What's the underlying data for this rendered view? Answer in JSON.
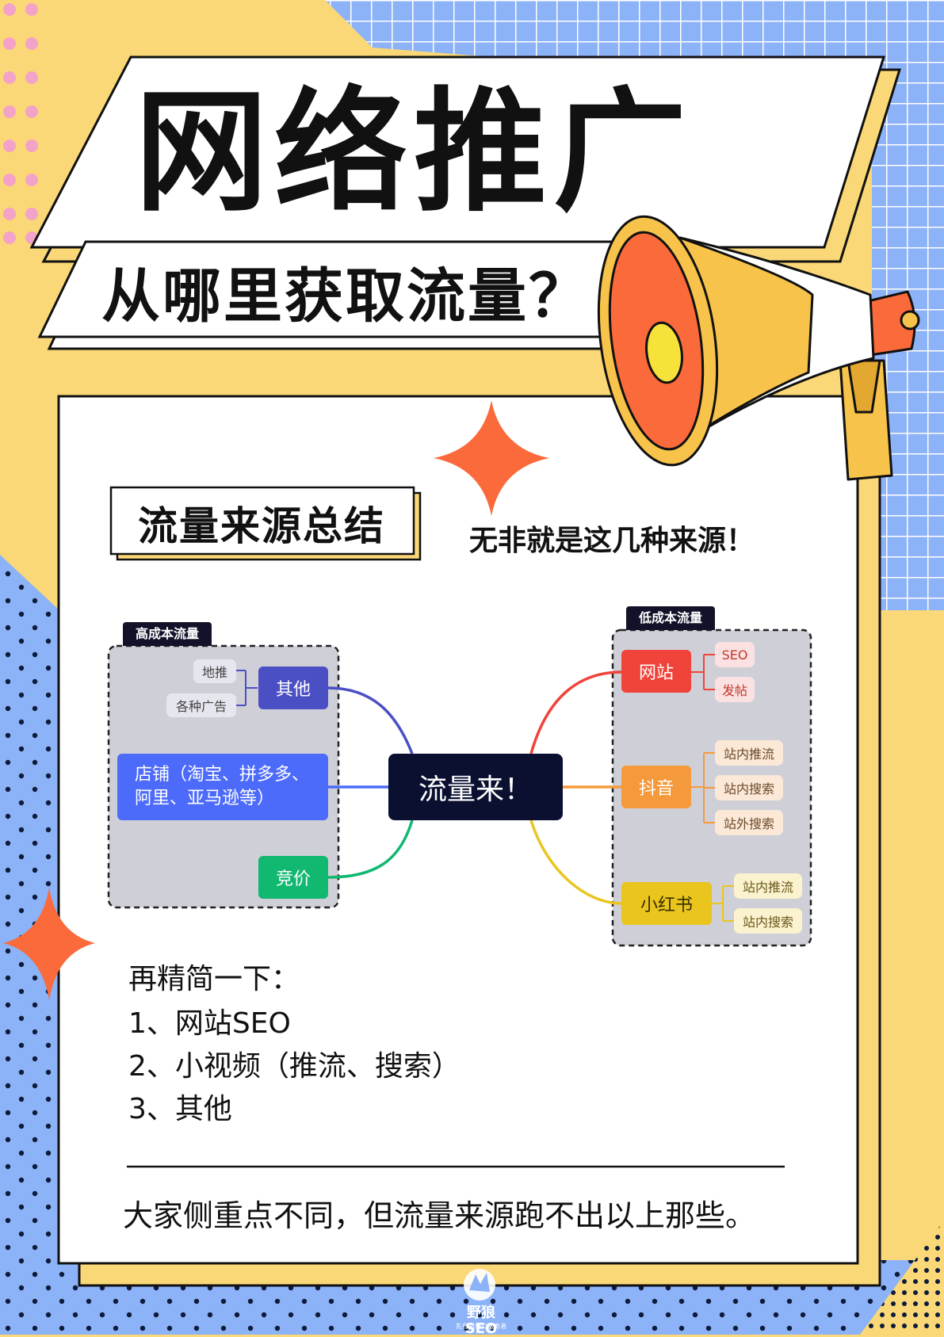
{
  "title": "网络推广",
  "subtitle": "从哪里获取流量？",
  "summary": {
    "title": "流量来源总结",
    "note": "无非就是这几种来源！"
  },
  "mindmap": {
    "center": "流量来！",
    "left_group_label": "高成本流量",
    "right_group_label": "低成本流量",
    "left_nodes": {
      "other": {
        "label": "其他",
        "leaves": [
          "地推",
          "各种广告"
        ]
      },
      "shop": {
        "line1": "店铺（淘宝、拼多多、",
        "line2": "阿里、亚马逊等）"
      },
      "bidding": {
        "label": "竞价"
      }
    },
    "right_nodes": {
      "website": {
        "label": "网站",
        "leaves": [
          "SEO",
          "发帖"
        ]
      },
      "douyin": {
        "label": "抖音",
        "leaves": [
          "站内推流",
          "站内搜索",
          "站外搜索"
        ]
      },
      "xiaohongshu": {
        "label": "小红书",
        "leaves": [
          "站内推流",
          "站内搜索"
        ]
      }
    },
    "colors": {
      "center": "#0b1030",
      "other": "#4b4fc4",
      "shop": "#4d6bfb",
      "bidding": "#10b870",
      "website": "#f0433a",
      "douyin": "#f59a3c",
      "xiaohongshu": "#e9c51e"
    }
  },
  "refine": {
    "heading": "再精简一下：",
    "items": [
      "1、网站SEO",
      "2、小视频（推流、搜索）",
      "3、其他"
    ]
  },
  "conclusion": "大家侧重点不同，但流量来源跑不出以上那些。",
  "logo": {
    "name": "野狼SEO",
    "tagline": "先自由SEO服务者"
  },
  "icons": [
    "megaphone-icon",
    "sparkle-icon",
    "wolf-logo-icon"
  ],
  "palette": {
    "yellow": "#fbd877",
    "blue": "#8cb2f7",
    "orange": "#fb6a3a",
    "card": "#ffffff",
    "dark": "#111111"
  }
}
